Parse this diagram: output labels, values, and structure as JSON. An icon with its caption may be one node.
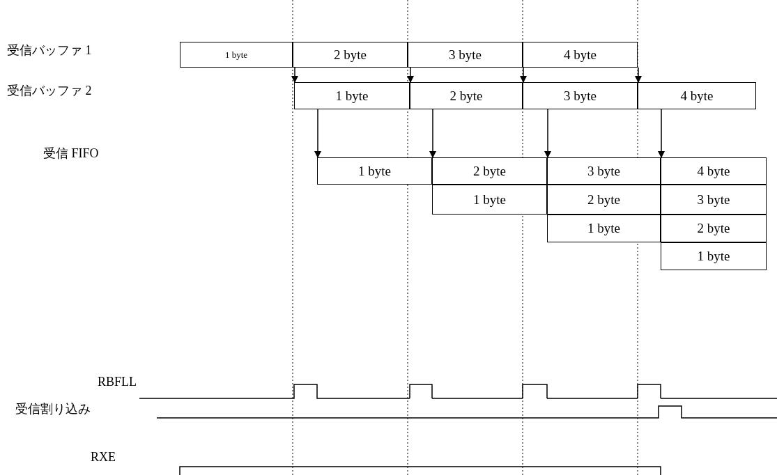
{
  "diagram": {
    "nodes": [
      {
        "text": [
          "1 byte"
        ]
      },
      {
        "text": [
          "2 byte"
        ]
      },
      {
        "text": [
          "3 byte"
        ]
      },
      {
        "text": [
          "4 byte"
        ]
      },
      {
        "text": [
          "1 byte"
        ]
      },
      {
        "text": [
          "2 byte"
        ]
      },
      {
        "text": [
          "3 byte"
        ]
      },
      {
        "text": [
          "4 byte"
        ]
      },
      {
        "text": [
          "1 byte"
        ]
      },
      {
        "text": [
          "2 byte"
        ]
      },
      {
        "text": [
          "3 byte"
        ]
      },
      {
        "text": [
          "4 byte"
        ]
      },
      {
        "text": [
          "1 byte"
        ]
      },
      {
        "text": [
          "2 byte"
        ]
      },
      {
        "text": [
          "3 byte"
        ]
      },
      {
        "text": [
          "1 byte"
        ]
      },
      {
        "text": [
          "2 byte"
        ]
      },
      {
        "text": [
          "1 byte"
        ]
      }
    ],
    "edges": [
      {
        "from": 0,
        "to": 4,
        "arrow": "to"
      },
      {
        "from": 1,
        "to": 5,
        "arrow": "to"
      },
      {
        "from": 2,
        "to": 6,
        "arrow": "to"
      },
      {
        "from": 3,
        "to": 7,
        "arrow": "to"
      },
      {
        "from": 4,
        "to": 8,
        "arrow": "to"
      },
      {
        "from": 5,
        "to": 9,
        "arrow": "to"
      },
      {
        "from": 6,
        "to": 10,
        "arrow": "to"
      },
      {
        "from": 7,
        "to": 11,
        "arrow": "to"
      }
    ],
    "labels": [
      "受信バッファ 1",
      "受信バッファ 2",
      "受信 FIFO",
      "RBFLL",
      "受信割り込み",
      "RXE"
    ]
  }
}
